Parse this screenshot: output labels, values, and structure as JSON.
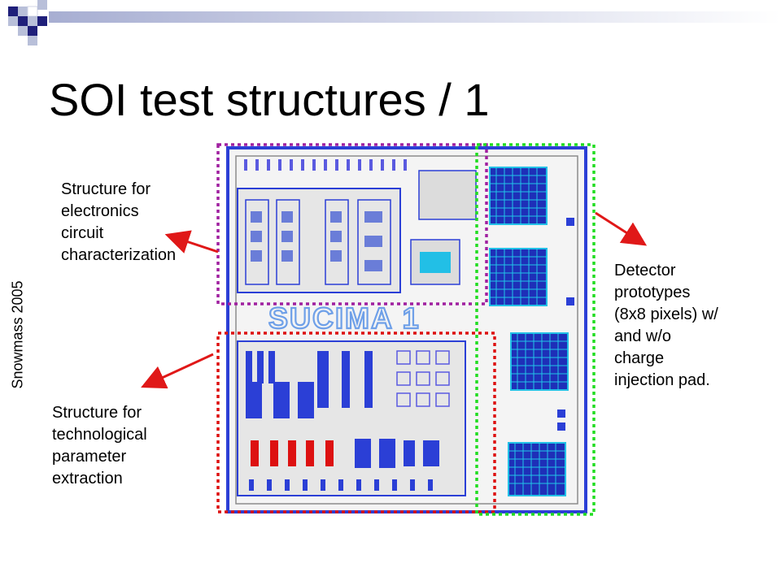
{
  "slide": {
    "title": "SOI test structures / 1",
    "side_label": "Snowmass 2005"
  },
  "annotations": {
    "electronics": [
      "Structure for",
      "electronics",
      "circuit",
      "characterization"
    ],
    "technological": [
      "Structure for",
      "technological",
      "parameter",
      "extraction"
    ],
    "detector": [
      "Detector",
      "prototypes",
      "(8x8 pixels) w/",
      "and w/o",
      "charge",
      "injection pad."
    ]
  },
  "chip": {
    "label": "SUCIMA 1",
    "logo_text": "SUCIMA 1"
  },
  "colors": {
    "band_dark": "#1f1f7a",
    "band_light": "#b8bfd9",
    "purple_frame": "#a020a0",
    "green_frame": "#22dd22",
    "red_frame": "#dd1111",
    "arrow": "#e01818",
    "chip_blue": "#2b3fd6",
    "chip_cyan": "#22bfe6",
    "chip_gray": "#8c8c8c"
  }
}
